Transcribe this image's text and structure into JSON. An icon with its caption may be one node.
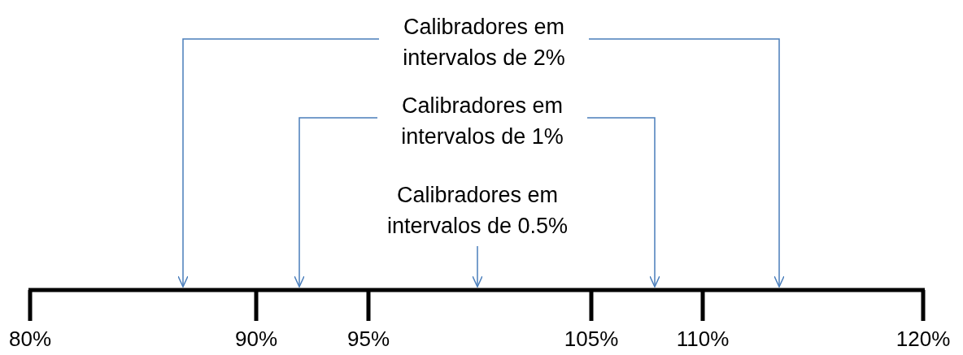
{
  "diagram": {
    "nodes": [
      {
        "text": [
          "Calibradores em intervalos de 2%"
        ]
      },
      {
        "text": [
          "Calibradores em intervalos de 1%"
        ]
      },
      {
        "text": [
          "Calibradores em intervalos de 0.5%"
        ]
      },
      {
        "text": [],
        "shape": "bar"
      }
    ],
    "edges": [
      {
        "from": 0,
        "to": 3,
        "arrow": "to"
      },
      {
        "from": 0,
        "to": 3,
        "arrow": "to"
      },
      {
        "from": 1,
        "to": 3,
        "arrow": "to"
      },
      {
        "from": 1,
        "to": 3,
        "arrow": "to"
      },
      {
        "from": 2,
        "to": 3,
        "arrow": "to"
      }
    ],
    "labels": [
      "80%",
      "90%",
      "95%",
      "105%",
      "110%",
      "120%"
    ]
  }
}
